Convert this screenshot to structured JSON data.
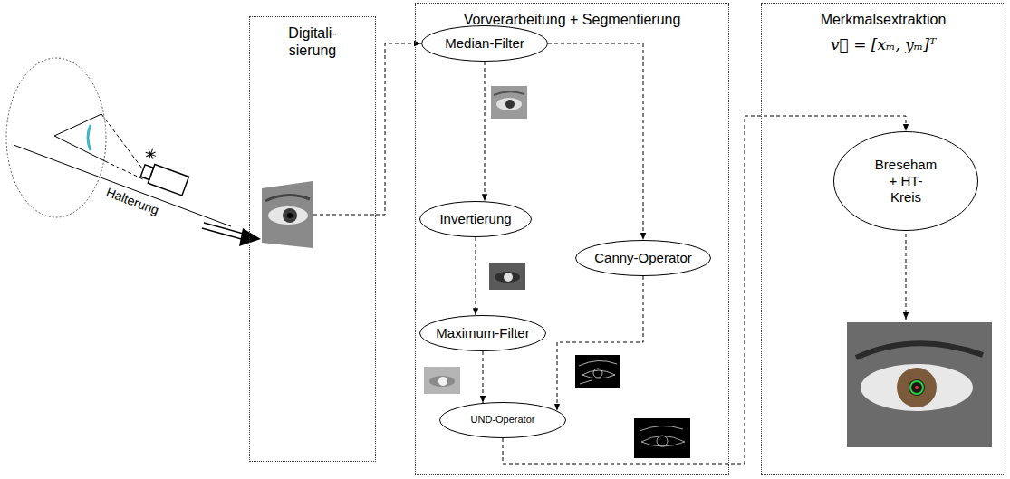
{
  "diagram": {
    "nodes": [
      {
        "text": [
          "Digitali- sierung"
        ]
      },
      {
        "text": [
          "Vorverarbeitung + Segmentierung"
        ]
      },
      {
        "text": [
          "Median-Filter"
        ],
        "in": 1
      },
      {
        "text": [
          "Invertierung"
        ],
        "in": 1
      },
      {
        "text": [
          "Canny-Operator"
        ],
        "in": 1
      },
      {
        "text": [
          "Maximum-Filter"
        ],
        "in": 1
      },
      {
        "text": [
          "UND-Operator"
        ],
        "in": 1
      },
      {
        "text": [
          "Merkmalsextraktion",
          "v⃗ = [xₘ, yₘ]ᵀ"
        ]
      },
      {
        "text": [
          "Breseham + HT-Kreis"
        ],
        "in": 7
      }
    ],
    "edges": [
      {
        "from": 0,
        "to": 2,
        "arrow": "to"
      },
      {
        "from": 2,
        "to": 3,
        "arrow": "to"
      },
      {
        "from": 2,
        "to": 4,
        "arrow": "to"
      },
      {
        "from": 3,
        "to": 5,
        "arrow": "to"
      },
      {
        "from": 5,
        "to": 6,
        "arrow": "to"
      },
      {
        "from": 4,
        "to": 6,
        "arrow": "to"
      },
      {
        "from": 6,
        "to": 8,
        "arrow": "to"
      }
    ],
    "labels": [
      "Halterung"
    ]
  }
}
